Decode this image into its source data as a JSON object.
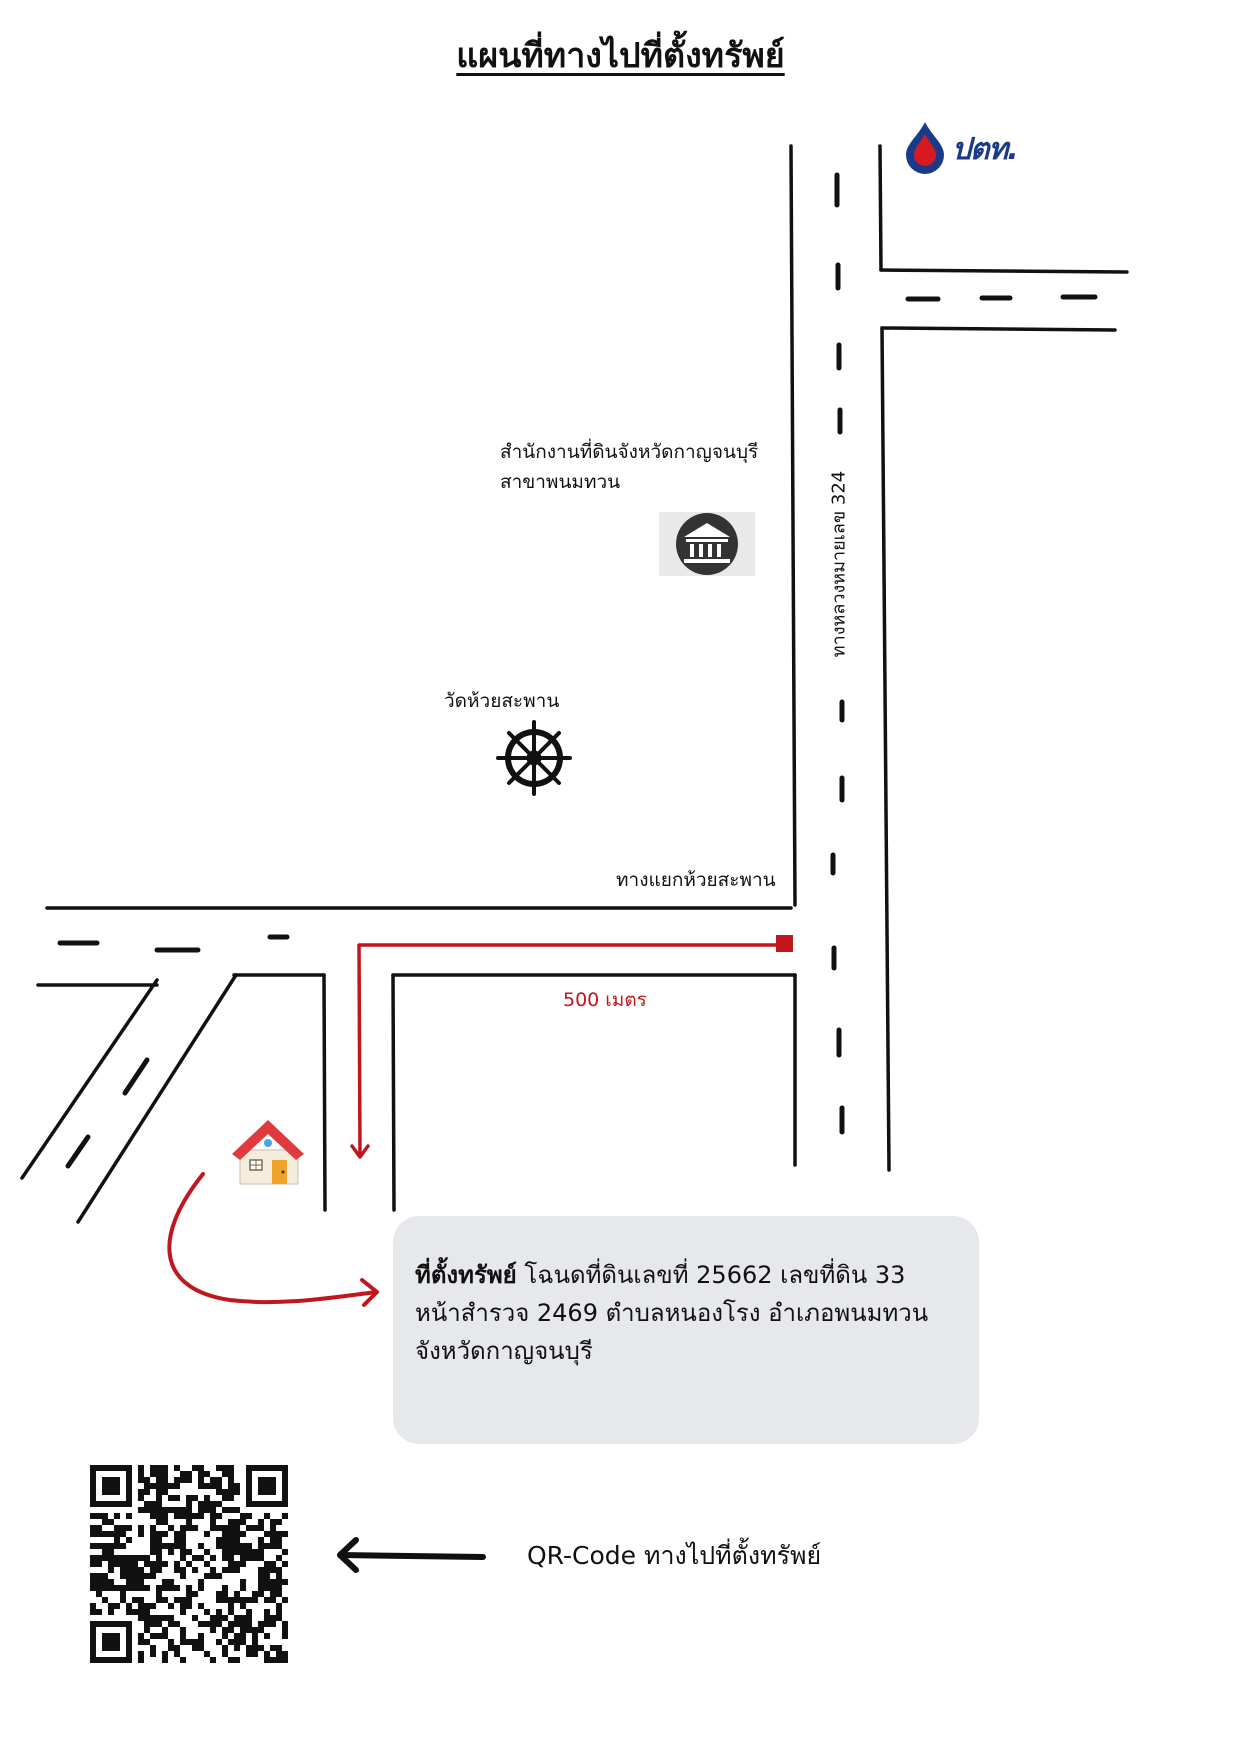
{
  "title": "แผนที่ทางไปที่ตั้งทรัพย์",
  "landmarks": {
    "office_line1": "สำนักงานที่ดินจังหวัดกาญจนบุรี",
    "office_line2": "สาขาพนมทวน",
    "temple": "วัดห้วยสะพาน",
    "junction": "ทางแยกห้วยสะพาน",
    "highway": "ทางหลวงหมายเลข 324",
    "gas_station_brand": "ปตท."
  },
  "route": {
    "distance": "500 เมตร",
    "color": "#c0161d"
  },
  "info": {
    "heading": "ที่ตั้งทรัพย์",
    "line1_rest": " โฉนดที่ดินเลขที่ 25662 เลขที่ดิน 33",
    "line2": "หน้าสำรวจ 2469 ตำบลหนองโรง อำเภอพนมทวน",
    "line3": "จังหวัดกาญจนบุรี"
  },
  "qr": {
    "label": "QR-Code ทางไปที่ตั้งทรัพย์"
  },
  "icons": {
    "office": "bank-building-icon",
    "temple": "dharma-wheel-icon",
    "house": "house-icon",
    "gas_station": "ptt-logo-icon",
    "qr": "qr-code-icon"
  },
  "colors": {
    "road": "#111111",
    "route": "#c0161d",
    "info_box": "#e6e8ec",
    "ptt_blue": "#1a3a8a",
    "ptt_red": "#d71920"
  }
}
